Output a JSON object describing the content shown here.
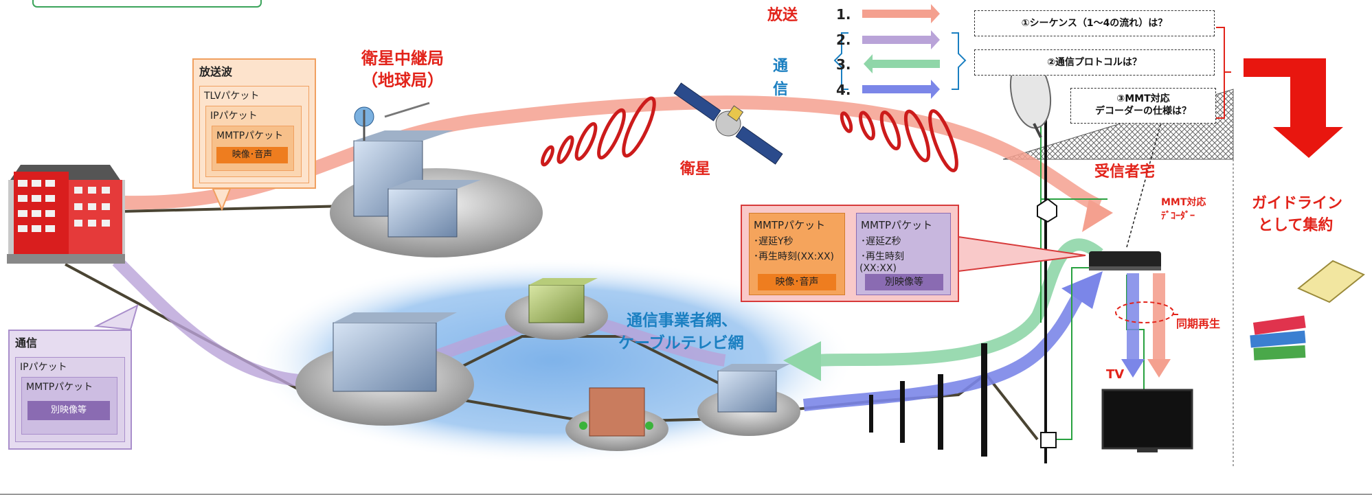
{
  "labels": {
    "relay_station_line1": "衛星中継局",
    "relay_station_line2": "（地球局）",
    "satellite": "衛星",
    "receiver_home": "受信者宅",
    "mmt_decoder_line1": "MMT対応",
    "mmt_decoder_line2": "ﾃﾞｺｰﾀﾞｰ",
    "sync_playback": "同期再生",
    "tv": "TV",
    "network_line1": "通信事業者網、",
    "network_line2": "ケーブルテレビ網",
    "guideline_line1": "ガイドライン",
    "guideline_line2": "として集約"
  },
  "legend": {
    "broadcast": "放送",
    "comm_char1": "通",
    "comm_char2": "信",
    "steps": [
      "1.",
      "2.",
      "3.",
      "4."
    ]
  },
  "questions": [
    "①シーケンス（1～4の流れ）は？",
    "②通信プロトコルは？",
    "③MMT対応",
    "デコーダーの仕様は？"
  ],
  "broadcast_box": {
    "title": "放送波",
    "layer1": "TLVパケット",
    "layer2": "IPパケット",
    "layer3": "MMTPパケット",
    "payload": "映像･音声"
  },
  "comm_box": {
    "title": "通信",
    "layer1": "IPパケット",
    "layer2": "MMTPパケット",
    "payload": "別映像等"
  },
  "callout": {
    "left_title": "MMTPパケット",
    "left_line1": "･遅延Y秒",
    "left_line2": "･再生時刻(XX:XX)",
    "left_payload": "映像･音声",
    "right_title": "MMTPパケット",
    "right_line1": "･遅延Z秒",
    "right_line2": "･再生時刻",
    "right_line3": "(XX:XX)",
    "right_payload": "別映像等"
  },
  "colors": {
    "broadcast_flow": "#f4a08f",
    "comm_flow_purple": "#b9a3d8",
    "comm_flow_green": "#8fd6a8",
    "comm_flow_blue": "#7b86e8",
    "title_red": "#e2231a",
    "title_blue": "#1a7fc1",
    "orange_box": "#f7c08a",
    "purple_box": "#d7cbe6"
  }
}
